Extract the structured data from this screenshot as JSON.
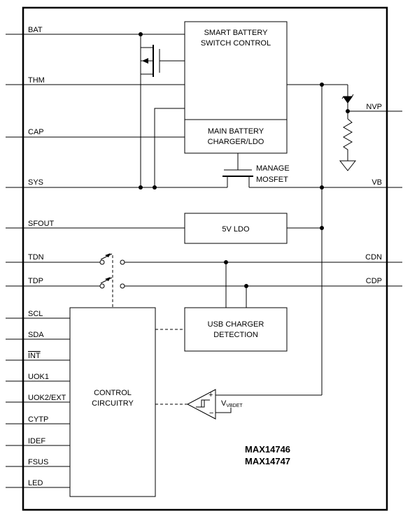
{
  "pins_left": {
    "bat": "BAT",
    "thm": "THM",
    "cap": "CAP",
    "sys": "SYS",
    "sfout": "SFOUT",
    "tdn": "TDN",
    "tdp": "TDP",
    "scl": "SCL",
    "sda": "SDA",
    "int": "INT",
    "uok1": "UOK1",
    "uok2": "UOK2/EXT",
    "cytp": "CYTP",
    "idef": "IDEF",
    "fsus": "FSUS",
    "led": "LED"
  },
  "pins_right": {
    "nvp": "NVP",
    "vb": "VB",
    "cdn": "CDN",
    "cdp": "CDP"
  },
  "blocks": {
    "smart_battery_line1": "SMART BATTERY",
    "smart_battery_line2": "SWITCH CONTROL",
    "main_charger_line1": "MAIN BATTERY",
    "main_charger_line2": "CHARGER/LDO",
    "manage_line1": "MANAGE",
    "manage_line2": "MOSFET",
    "ldo": "5V LDO",
    "usb_line1": "USB CHARGER",
    "usb_line2": "DETECTION",
    "control_line1": "CONTROL",
    "control_line2": "CIRCUITRY"
  },
  "vbdet": {
    "main": "V",
    "sub": "VBDET"
  },
  "part_numbers": [
    "MAX14746",
    "MAX14747"
  ]
}
